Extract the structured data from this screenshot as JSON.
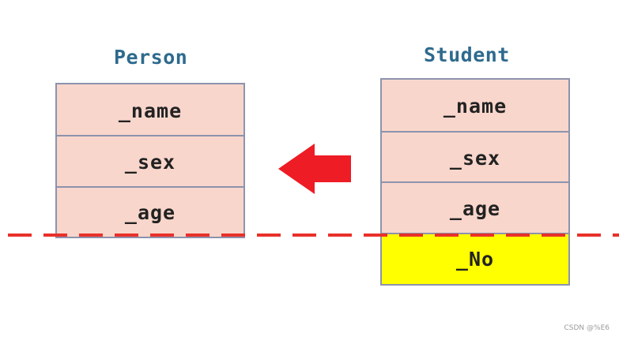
{
  "person": {
    "title": "Person",
    "fields": [
      "_name",
      "_sex",
      "_age"
    ]
  },
  "student": {
    "title": "Student",
    "fields": [
      "_name",
      "_sex",
      "_age",
      "_No"
    ]
  },
  "colors": {
    "title": "#2e6a8e",
    "cell_fill": "#f8d6cb",
    "extra_fill": "#ffff00",
    "border": "#8c93ad",
    "arrow": "#ee1c25",
    "dash": "#e8312a"
  },
  "watermark": "CSDN @%E6"
}
